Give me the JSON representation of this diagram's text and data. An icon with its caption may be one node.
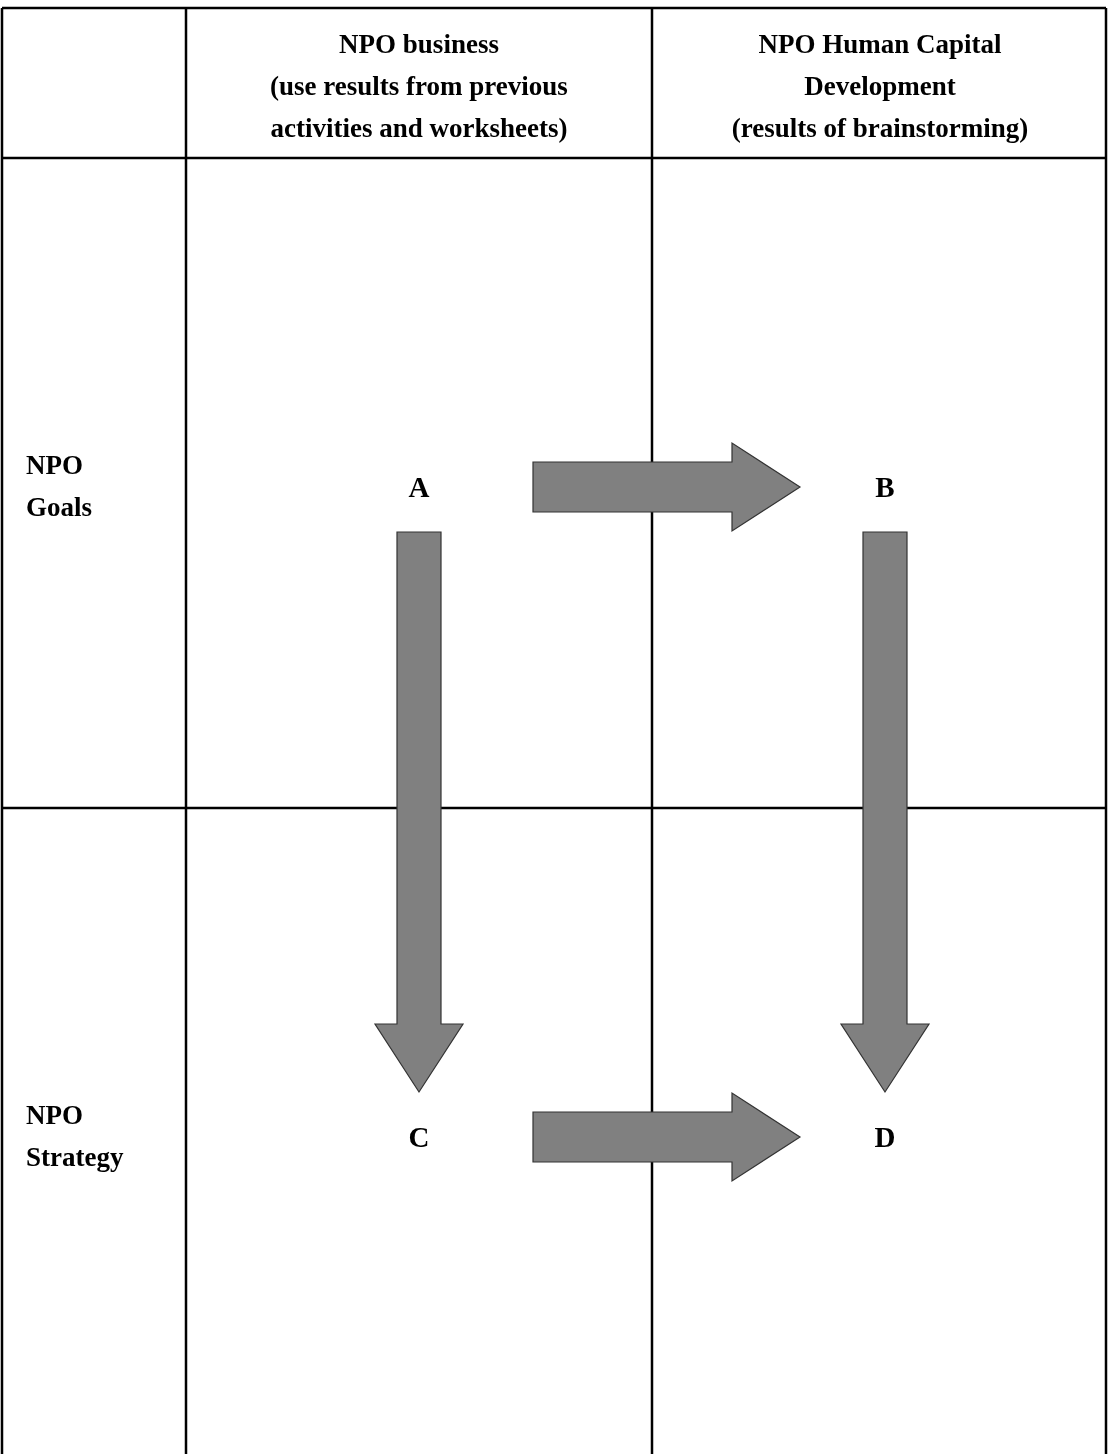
{
  "diagram": {
    "nodes": [
      {
        "text": [
          "A"
        ]
      },
      {
        "text": [
          "B"
        ]
      },
      {
        "text": [
          "C"
        ]
      },
      {
        "text": [
          "D"
        ]
      }
    ],
    "edges": [
      {
        "from": 0,
        "to": 1,
        "arrow": "to"
      },
      {
        "from": 0,
        "to": 2,
        "arrow": "to"
      },
      {
        "from": 1,
        "to": 3,
        "arrow": "to"
      },
      {
        "from": 2,
        "to": 3,
        "arrow": "to"
      }
    ],
    "labels": [
      "NPO business",
      "(use results from previous activities and worksheets)",
      "NPO Human Capital Development",
      "(results of brainstorming)",
      "NPO Goals",
      "NPO Strategy"
    ]
  }
}
